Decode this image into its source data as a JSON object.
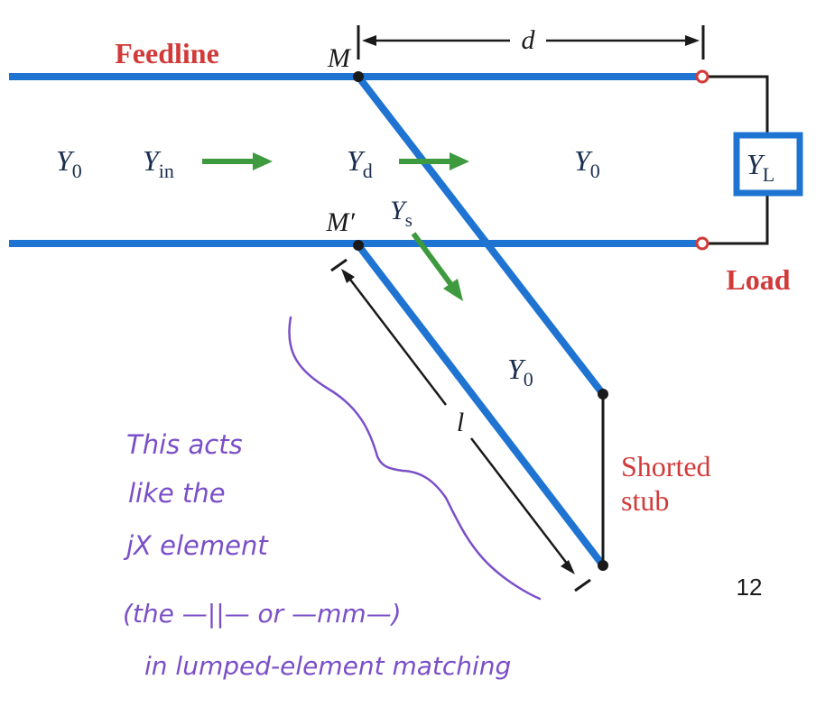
{
  "labels": {
    "feedline": "Feedline",
    "load": "Load",
    "shorted_stub": [
      "Shorted",
      "stub"
    ],
    "node_m": "M",
    "node_m_prime": "M′",
    "dim_d": "d",
    "dim_l": "l",
    "page_number": "12"
  },
  "admittances": {
    "y0_left": {
      "base": "Y",
      "sub": "0"
    },
    "y_in": {
      "base": "Y",
      "sub": "in"
    },
    "y_d": {
      "base": "Y",
      "sub": "d"
    },
    "y0_right": {
      "base": "Y",
      "sub": "0"
    },
    "y_load": {
      "base": "Y",
      "sub": "L"
    },
    "y_s": {
      "base": "Y",
      "sub": "s"
    },
    "y0_stub": {
      "base": "Y",
      "sub": "0"
    }
  },
  "annotation": {
    "lines": [
      "This acts",
      "like the",
      "jX element",
      "(the —||— or —mm—)",
      "in lumped-element matching"
    ]
  },
  "colors": {
    "line_blue": "#1f74d2",
    "arrow_green": "#3e9a3e",
    "label_red": "#d23a3a",
    "ink_purple": "#7a4fc8",
    "text_dark": "#1a2f4f"
  }
}
